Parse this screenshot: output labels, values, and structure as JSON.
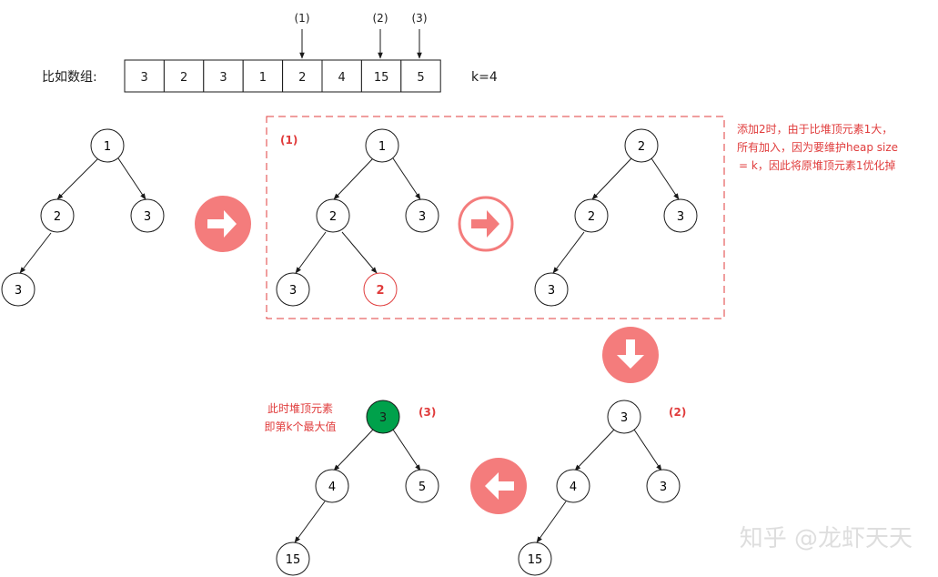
{
  "array": {
    "label": "比如数组:",
    "cells": [
      "3",
      "2",
      "3",
      "1",
      "2",
      "4",
      "15",
      "5"
    ],
    "k_label": "k=4"
  },
  "pointers": [
    {
      "text": "(1)",
      "cell_index": 4
    },
    {
      "text": "(2)",
      "cell_index": 6
    },
    {
      "text": "(3)",
      "cell_index": 7
    }
  ],
  "trees": {
    "initial": {
      "root": "1",
      "left": "2",
      "right": "3",
      "leftleft": "3"
    },
    "step1_before": {
      "root": "1",
      "left": "2",
      "right": "3",
      "leftleft": "3",
      "leftright": "2"
    },
    "step1_after": {
      "root": "2",
      "left": "2",
      "right": "3",
      "leftleft": "3"
    },
    "step2": {
      "root": "3",
      "left": "4",
      "right": "3",
      "leftleft": "15"
    },
    "step3": {
      "root": "3",
      "left": "4",
      "right": "5",
      "leftleft": "15"
    }
  },
  "labels": {
    "step1": "(1)",
    "step2": "(2)",
    "step3": "(3)"
  },
  "annotations": {
    "step1_note": [
      "添加2时，由于比堆顶元素1大，",
      "所有加入，因为要维护heap size",
      "= k，因此将原堆顶元素1优化掉"
    ],
    "step3_note": [
      "此时堆顶元素",
      "即第k个最大值"
    ]
  },
  "watermark": "知乎 @龙虾天天",
  "colors": {
    "accent_red": "#e03c3c",
    "arrow_fill": "#f47c7c",
    "highlight_green": "#00a14b"
  },
  "icons": [
    "arrow-right-icon",
    "arrow-right-outline-icon",
    "arrow-down-icon",
    "arrow-left-icon"
  ]
}
